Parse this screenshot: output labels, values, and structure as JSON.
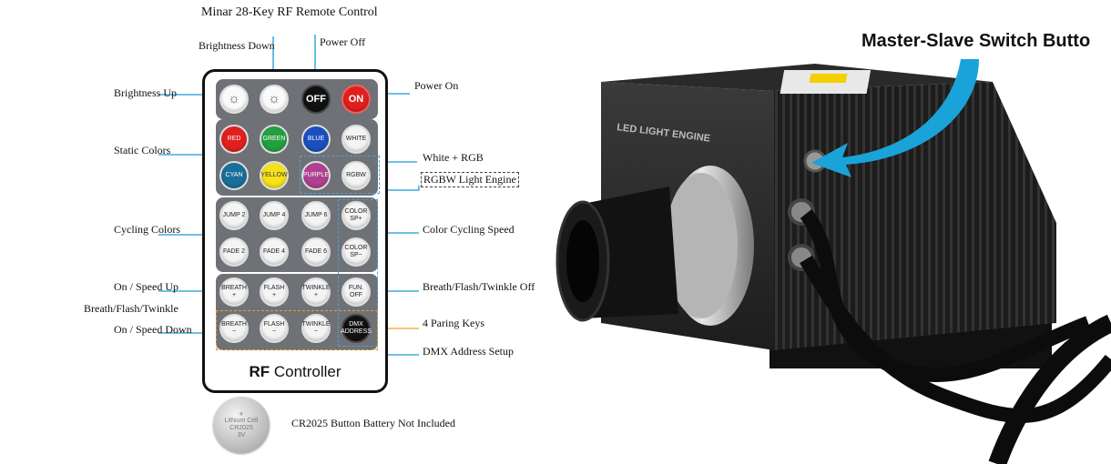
{
  "title": "Minar 28-Key RF Remote Control",
  "master_slave_title": "Master-Slave Switch Butto",
  "labels": {
    "brightness_down": "Brightness Down",
    "power_off": "Power Off",
    "power_on": "Power On",
    "brightness_up": "Brightness Up",
    "static_colors": "Static Colors",
    "white_rgb": "White + RGB",
    "rgbw_engine": "RGBW Light Engine",
    "cycling_colors": "Cycling Colors",
    "color_cycling_speed": "Color Cycling Speed",
    "on_speed_up": "On / Speed Up",
    "breath_flash_twinkle": "Breath/Flash/Twinkle",
    "on_speed_down": "On / Speed Down",
    "breath_flash_twinkle_off": "Breath/Flash/Twinkle Off",
    "paring_keys": "4 Paring Keys",
    "dmx_setup": "DMX Address Setup",
    "battery_note": "CR2025 Button Battery Not Included"
  },
  "remote": {
    "off": "OFF",
    "on": "ON",
    "red": "RED",
    "green": "GREEN",
    "blue": "BLUE",
    "white": "WHITE",
    "cyan": "CYAN",
    "yellow": "YELLOW",
    "purple": "PURPLE",
    "rgbw": "RGBW",
    "jump2": "JUMP 2",
    "jump4": "JUMP 4",
    "jump6": "JUMP 6",
    "color_sp_plus": "COLOR SP+",
    "fade2": "FADE 2",
    "fade4": "FADE 4",
    "fade6": "FADE 6",
    "color_sp_minus": "COLOR SP−",
    "breath_plus": "BREATH +",
    "flash_plus": "FLASH +",
    "twinkle_plus": "TWINKLE +",
    "fun_off": "FUN. OFF",
    "breath_minus": "BREATH −",
    "flash_minus": "FLASH −",
    "twinkle_minus": "TWINKLE −",
    "dmx_address": "DMX ADDRESS",
    "rf_strong": "RF",
    "rf_rest": " Controller"
  },
  "engine": {
    "engine_text": "LED LIGHT ENGINE"
  },
  "battery": {
    "line1": "Lithium Cell",
    "line2": "CR2025",
    "line3": "3V"
  },
  "colors": {
    "leader_line": "#1a9ad6",
    "paring_leader": "#f0a020",
    "red": "#e0201e",
    "green": "#22a040",
    "blue": "#1b4fc0",
    "cyan": "#1a6f9a",
    "yellow": "#f5e21a",
    "purple": "#b04090",
    "arrow": "#1aa3d8"
  }
}
